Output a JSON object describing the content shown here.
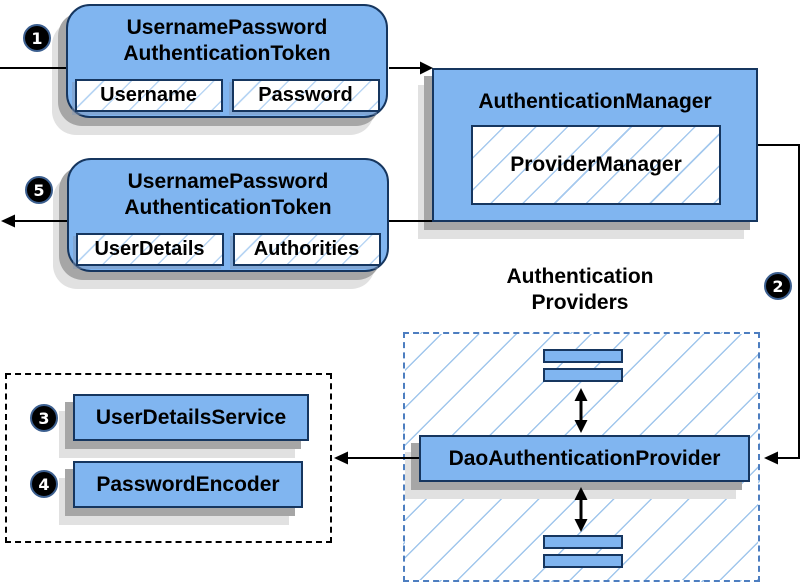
{
  "request_token": {
    "title_line1": "UsernamePassword",
    "title_line2": "AuthenticationToken",
    "fields": [
      "Username",
      "Password"
    ]
  },
  "auth_manager": {
    "title": "AuthenticationManager",
    "inner": "ProviderManager"
  },
  "result_token": {
    "title_line1": "UsernamePassword",
    "title_line2": "AuthenticationToken",
    "fields": [
      "UserDetails",
      "Authorities"
    ]
  },
  "providers": {
    "label_line1": "Authentication",
    "label_line2": "Providers",
    "dao": "DaoAuthenticationProvider"
  },
  "services": {
    "user_details_service": "UserDetailsService",
    "password_encoder": "PasswordEncoder"
  },
  "steps": [
    "1",
    "2",
    "3",
    "4",
    "5"
  ],
  "colors": {
    "node_fill": "#80b5f0",
    "node_border": "#16365f",
    "hatch_line": "#a0c6ec",
    "providers_dash_border": "#4d7ec0",
    "beans_dash_border": "#000000",
    "shadow_dark": "#a6a6a6",
    "shadow_light": "#e1e1e1",
    "connector": "#000000",
    "badge_fill": "#000000",
    "badge_text": "#ffffff"
  }
}
